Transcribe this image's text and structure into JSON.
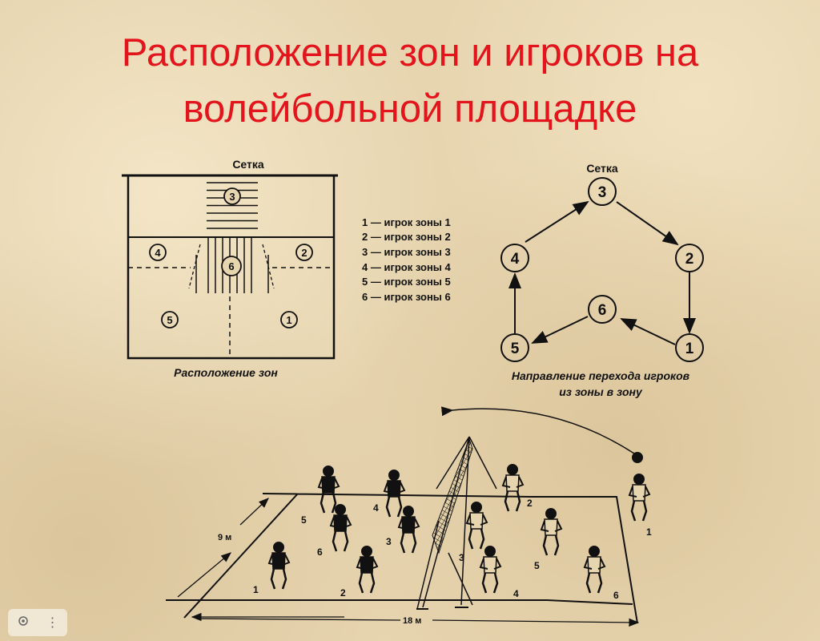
{
  "title": {
    "line1": "Расположение зон и игроков на",
    "line2": "волейбольной площадке"
  },
  "zones_diagram": {
    "net_label": "Сетка",
    "caption": "Расположение зон",
    "zones": [
      "1",
      "2",
      "3",
      "4",
      "5",
      "6"
    ]
  },
  "legend": [
    "1 — игрок зоны 1",
    "2 — игрок зоны 2",
    "3 — игрок зоны 3",
    "4 — игрок зоны 4",
    "5 — игрок зоны 5",
    "6 — игрок зоны 6"
  ],
  "rotation_diagram": {
    "net_label": "Сетка",
    "caption_line1": "Направление перехода игроков",
    "caption_line2": "из зоны в зону",
    "order": [
      "1",
      "6",
      "5",
      "4",
      "3",
      "2"
    ]
  },
  "court": {
    "width_label": "9 м",
    "length_label": "18 м",
    "left_team": [
      "1",
      "2",
      "3",
      "4",
      "5",
      "6"
    ],
    "right_team": [
      "1",
      "2",
      "3",
      "4",
      "5",
      "6"
    ]
  },
  "widget": {
    "lens_icon": "lens-icon",
    "more_icon": "more-vertical-icon",
    "more_glyph": "⋮"
  }
}
